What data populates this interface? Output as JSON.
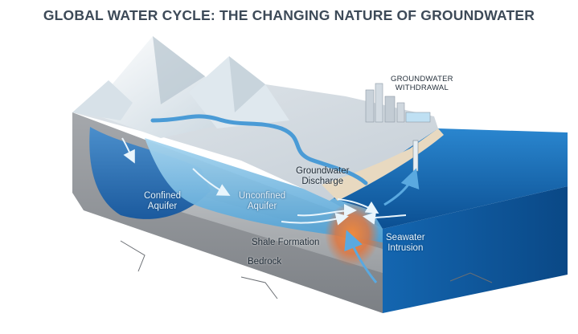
{
  "title": "GLOBAL WATER CYCLE: THE CHANGING NATURE OF GROUNDWATER",
  "labels": {
    "groundwater_withdrawal": "GROUNDWATER\nWITHDRAWAL",
    "groundwater_discharge": "Groundwater\nDischarge",
    "confined_aquifer": "Confined\nAquifer",
    "unconfined_aquifer": "Unconfined\nAquifer",
    "shale_formation": "Shale Formation",
    "bedrock": "Bedrock",
    "seawater_intrusion": "Seawater\nIntrusion"
  },
  "colors": {
    "ocean": "#1466b0",
    "ocean_deep": "#0b4f92",
    "aquifer": "#6fb6df",
    "rock": "#8f9296",
    "shale": "#a7aaae",
    "snow": "#eef4f8",
    "intrusion": "#e8702c",
    "title": "#3d4a58"
  }
}
